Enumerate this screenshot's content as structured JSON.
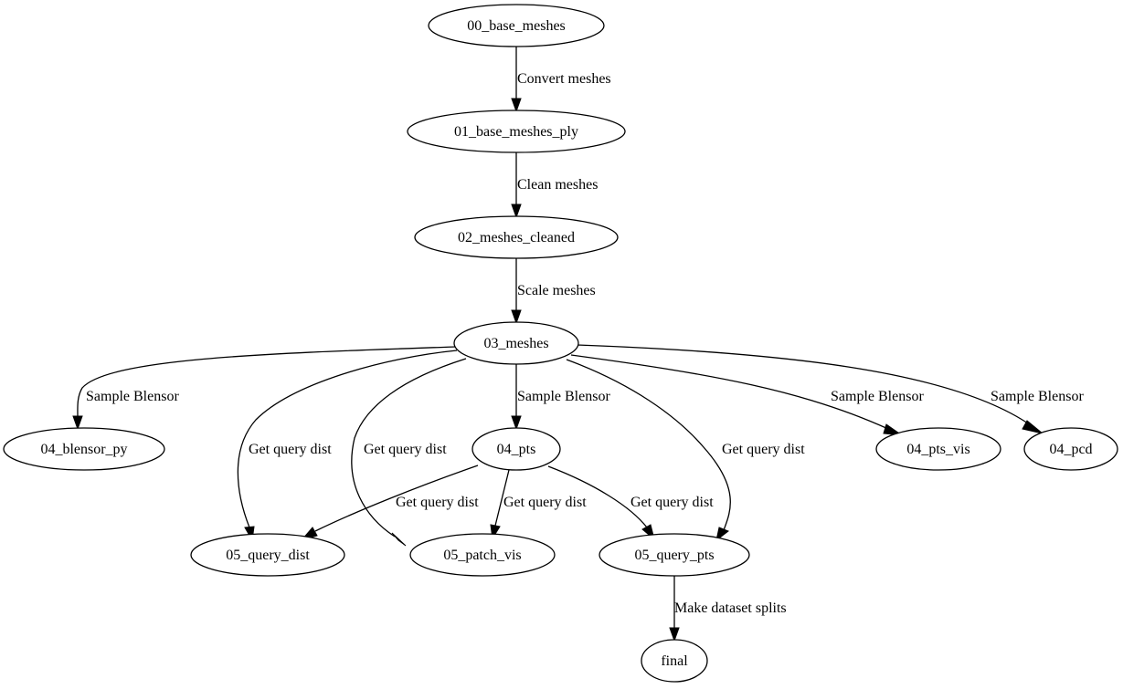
{
  "nodes": {
    "n00": "00_base_meshes",
    "n01": "01_base_meshes_ply",
    "n02": "02_meshes_cleaned",
    "n03": "03_meshes",
    "n04b": "04_blensor_py",
    "n04p": "04_pts",
    "n04v": "04_pts_vis",
    "n04c": "04_pcd",
    "n05d": "05_query_dist",
    "n05v": "05_patch_vis",
    "n05p": "05_query_pts",
    "nfin": "final"
  },
  "edges": [
    {
      "from": "00_base_meshes",
      "to": "01_base_meshes_ply",
      "label": "Convert meshes"
    },
    {
      "from": "01_base_meshes_ply",
      "to": "02_meshes_cleaned",
      "label": "Clean meshes"
    },
    {
      "from": "02_meshes_cleaned",
      "to": "03_meshes",
      "label": "Scale meshes"
    },
    {
      "from": "03_meshes",
      "to": "04_blensor_py",
      "label": "Sample Blensor"
    },
    {
      "from": "03_meshes",
      "to": "04_pts",
      "label": "Sample Blensor"
    },
    {
      "from": "03_meshes",
      "to": "04_pts_vis",
      "label": "Sample Blensor"
    },
    {
      "from": "03_meshes",
      "to": "04_pcd",
      "label": "Sample Blensor"
    },
    {
      "from": "03_meshes",
      "to": "05_query_dist",
      "label": "Get query dist"
    },
    {
      "from": "03_meshes",
      "to": "05_patch_vis",
      "label": "Get query dist"
    },
    {
      "from": "03_meshes",
      "to": "05_query_pts",
      "label": "Get query dist"
    },
    {
      "from": "04_pts",
      "to": "05_query_dist",
      "label": "Get query dist"
    },
    {
      "from": "04_pts",
      "to": "05_patch_vis",
      "label": "Get query dist"
    },
    {
      "from": "04_pts",
      "to": "05_query_pts",
      "label": "Get query dist"
    },
    {
      "from": "05_query_pts",
      "to": "final",
      "label": "Make dataset splits"
    }
  ]
}
